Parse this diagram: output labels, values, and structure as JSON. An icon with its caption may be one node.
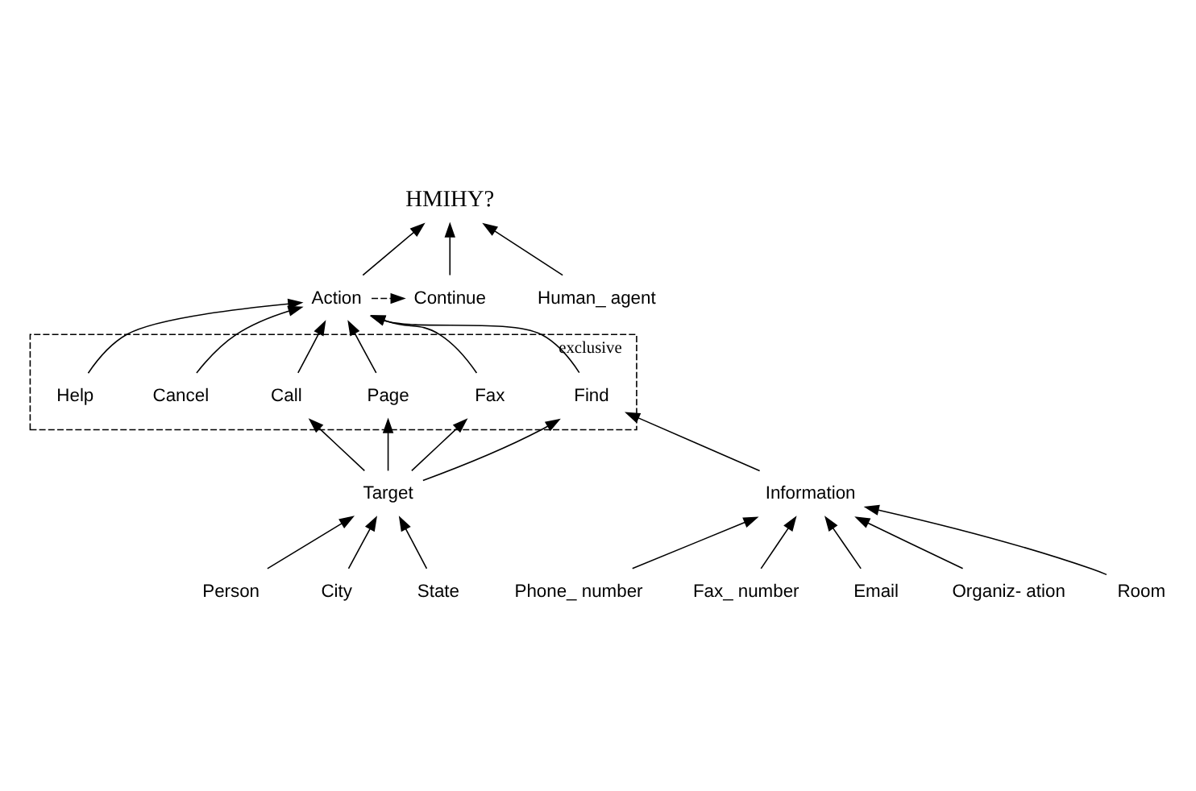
{
  "diagram": {
    "nodes": [
      {
        "text": [
          "HMIHY?"
        ]
      },
      {
        "text": [
          "Action"
        ]
      },
      {
        "text": [
          "Continue"
        ]
      },
      {
        "text": [
          "Human_ agent"
        ]
      },
      {
        "text": [
          "exclusive"
        ]
      },
      {
        "text": [
          "Call"
        ],
        "in": 4
      },
      {
        "text": [
          "Fax"
        ],
        "in": 4
      },
      {
        "text": [
          "Page"
        ],
        "in": 4
      },
      {
        "text": [
          "Find"
        ],
        "in": 4
      },
      {
        "text": [
          "Cancel"
        ],
        "in": 4
      },
      {
        "text": [
          "Help"
        ],
        "in": 4
      },
      {
        "text": [
          "Target"
        ]
      },
      {
        "text": [
          "Information"
        ]
      },
      {
        "text": [
          "Person"
        ]
      },
      {
        "text": [
          "City"
        ]
      },
      {
        "text": [
          "State"
        ]
      },
      {
        "text": [
          "Phone_ number"
        ]
      },
      {
        "text": [
          "Fax_ number"
        ]
      },
      {
        "text": [
          "Email"
        ]
      },
      {
        "text": [
          "Organiz- ation"
        ]
      },
      {
        "text": [
          "Room"
        ]
      }
    ],
    "edges": [
      {
        "from": 1,
        "to": 0,
        "arrow": "to"
      },
      {
        "from": 2,
        "to": 0,
        "arrow": "to"
      },
      {
        "from": 3,
        "to": 0,
        "arrow": "to"
      },
      {
        "from": 1,
        "to": 2,
        "arrow": "to",
        "style": "dashed"
      },
      {
        "from": 5,
        "to": 1,
        "arrow": "to"
      },
      {
        "from": 6,
        "to": 1,
        "arrow": "to"
      },
      {
        "from": 7,
        "to": 1,
        "arrow": "to"
      },
      {
        "from": 8,
        "to": 1,
        "arrow": "to"
      },
      {
        "from": 9,
        "to": 1,
        "arrow": "to"
      },
      {
        "from": 10,
        "to": 1,
        "arrow": "to"
      },
      {
        "from": 11,
        "to": 5,
        "arrow": "to"
      },
      {
        "from": 11,
        "to": 6,
        "arrow": "to"
      },
      {
        "from": 11,
        "to": 7,
        "arrow": "to"
      },
      {
        "from": 11,
        "to": 8,
        "arrow": "to"
      },
      {
        "from": 12,
        "to": 8,
        "arrow": "to"
      },
      {
        "from": 13,
        "to": 11,
        "arrow": "to"
      },
      {
        "from": 14,
        "to": 11,
        "arrow": "to"
      },
      {
        "from": 15,
        "to": 11,
        "arrow": "to"
      },
      {
        "from": 16,
        "to": 12,
        "arrow": "to"
      },
      {
        "from": 17,
        "to": 12,
        "arrow": "to"
      },
      {
        "from": 18,
        "to": 12,
        "arrow": "to"
      },
      {
        "from": 19,
        "to": 12,
        "arrow": "to"
      },
      {
        "from": 20,
        "to": 12,
        "arrow": "to"
      }
    ]
  }
}
